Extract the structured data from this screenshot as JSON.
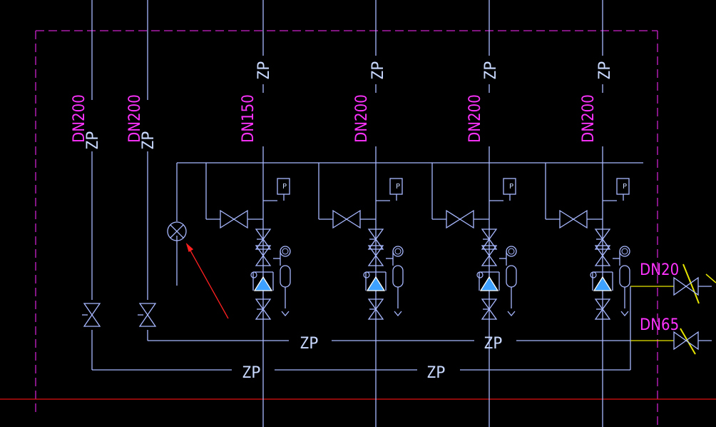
{
  "colors": {
    "background": "#000000",
    "pipe": "#a8b8ff",
    "boundary": "#cc22cc",
    "red_line": "#e01010",
    "text_magenta": "#ff33ff",
    "text_pipe": "#c8d8ff",
    "valve_fill": "#3ea0ff",
    "yellow": "#e6e600",
    "arrow": "#ff2020"
  },
  "vertical_risers": [
    {
      "pipe_label": "ZP",
      "size_label": "DN200"
    },
    {
      "pipe_label": "ZP",
      "size_label": "DN200"
    }
  ],
  "alarm_units": [
    {
      "riser_label": "ZP",
      "size_label": "DN150",
      "pressure_label": "P"
    },
    {
      "riser_label": "ZP",
      "size_label": "DN200",
      "pressure_label": "P"
    },
    {
      "riser_label": "ZP",
      "size_label": "DN200",
      "pressure_label": "P"
    },
    {
      "riser_label": "ZP",
      "size_label": "DN200",
      "pressure_label": "P"
    }
  ],
  "header_labels": {
    "upper_left": "ZP",
    "upper_right": "ZP",
    "lower_left": "ZP",
    "lower_right": "ZP"
  },
  "outlet_labels": {
    "upper": "DN20",
    "lower": "DN65"
  },
  "icons": [
    "gate-valve-icon",
    "butterfly-valve-icon",
    "alarm-check-valve-icon",
    "pressure-gauge-icon",
    "pressure-switch-icon",
    "test-valve-icon"
  ]
}
